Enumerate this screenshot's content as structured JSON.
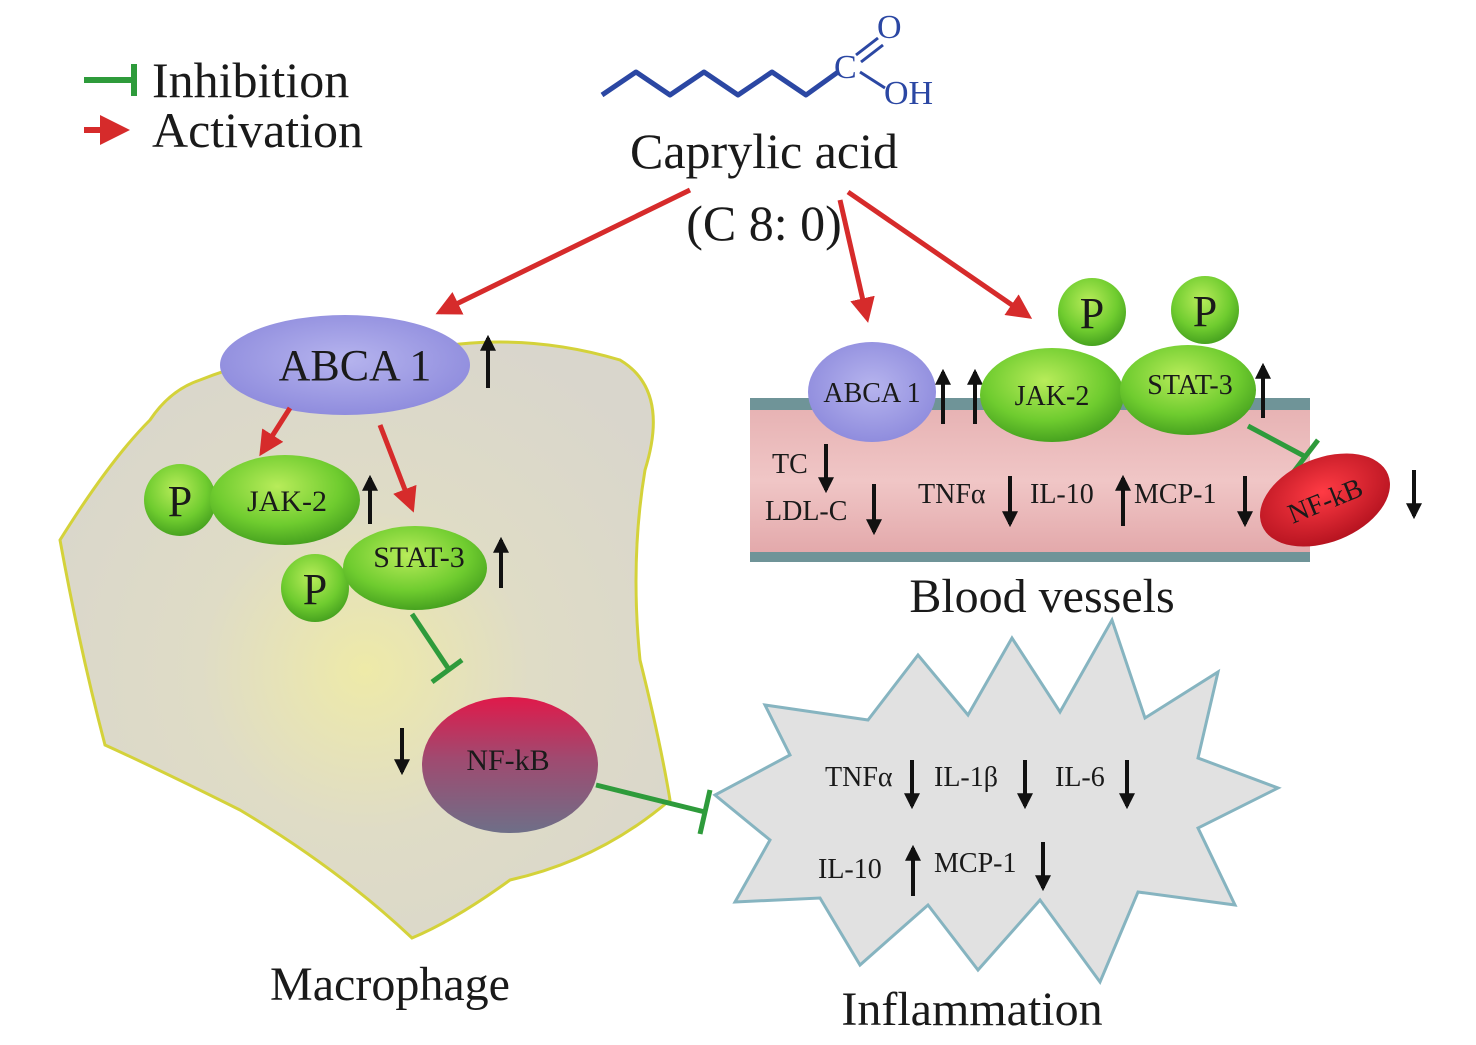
{
  "legend": {
    "inhibition": "Inhibition",
    "activation": "Activation",
    "inhibition_color": "#2e9b3b",
    "activation_color": "#d62b2b"
  },
  "compound": {
    "name": "Caprylic acid",
    "formula": "(C 8: 0)",
    "atom_c": "C",
    "atom_o": "O",
    "atom_oh": "OH",
    "color": "#2b47a3"
  },
  "macrophage": {
    "title": "Macrophage",
    "abca1": "ABCA 1",
    "jak2": "JAK-2",
    "stat3": "STAT-3",
    "phospho": "P",
    "nfkb": "NF-kB"
  },
  "blood_vessels": {
    "title": "Blood vessels",
    "abca1": "ABCA 1",
    "jak2": "JAK-2",
    "stat3": "STAT-3",
    "phospho": "P",
    "nfkb": "NF-kB",
    "markers": [
      "TC",
      "LDL-C",
      "TNFα",
      "IL-10",
      "MCP-1"
    ]
  },
  "inflammation": {
    "title": "Inflammation",
    "markers": [
      "TNFα",
      "IL-1β",
      "IL-6",
      "IL-10",
      "MCP-1"
    ]
  }
}
